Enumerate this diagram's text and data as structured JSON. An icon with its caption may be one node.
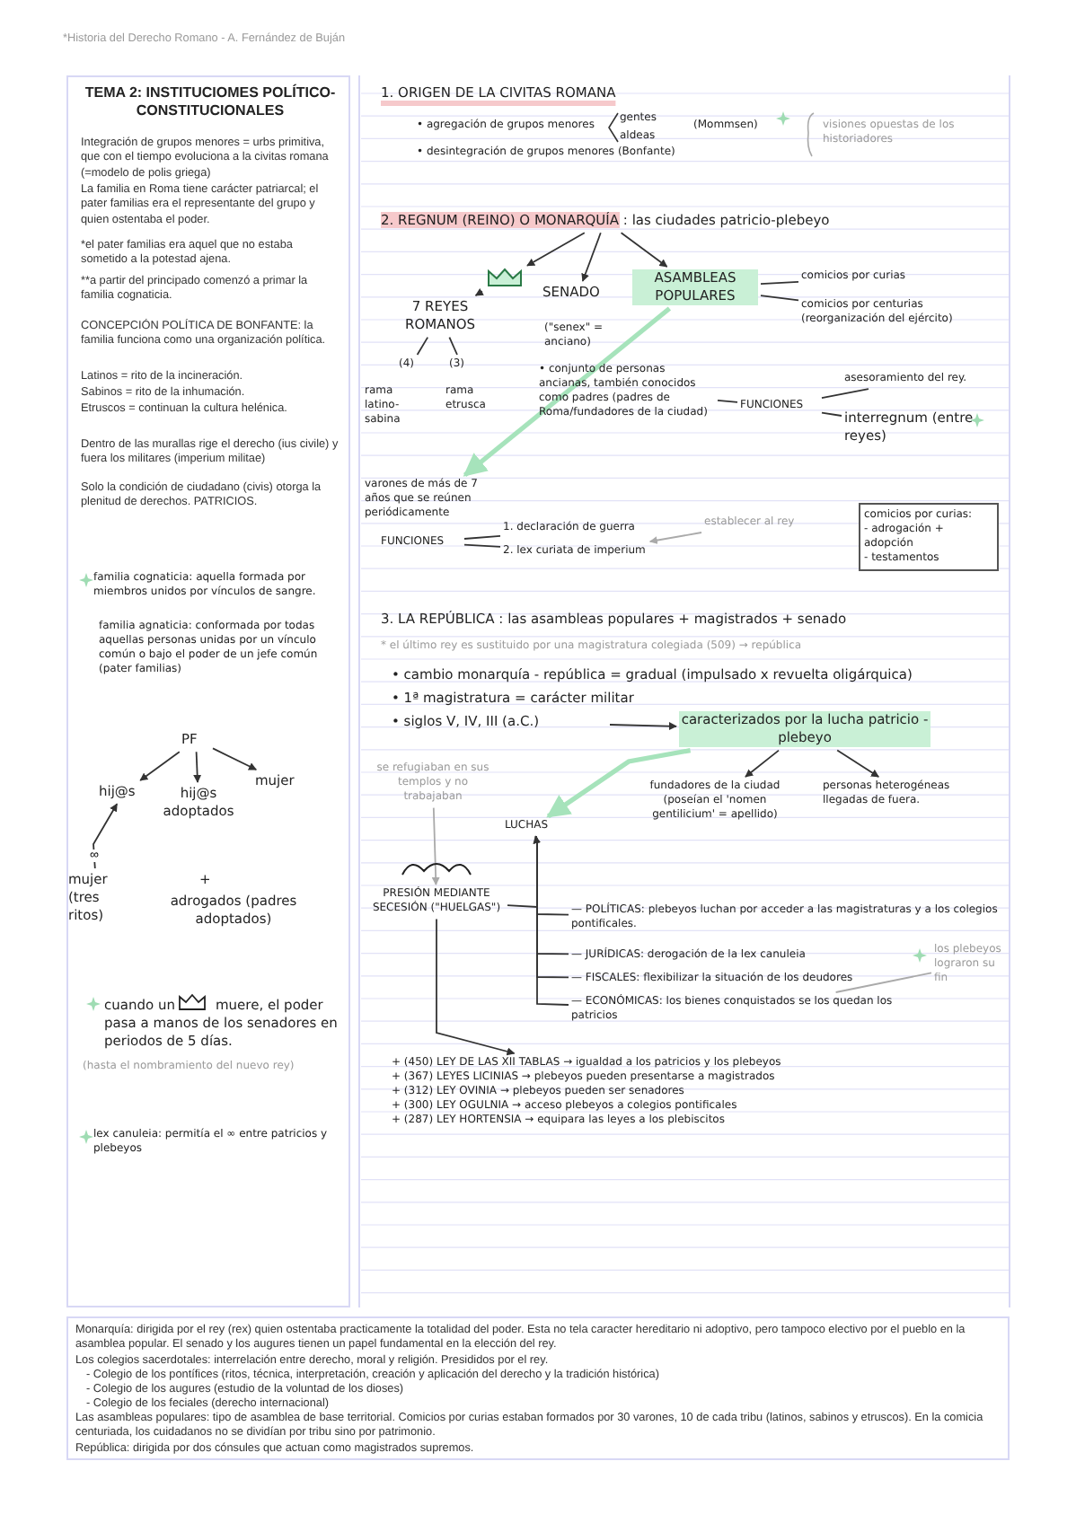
{
  "diagram": {
    "nodes": [
      {
        "text": [
          "2. REGNUM (REINO) O MONARQUÍA",
          ": las ciudades patricio-plebeyo"
        ]
      },
      {
        "text": [],
        "shape": "crown"
      },
      {
        "text": [
          "SENADO"
        ]
      },
      {
        "text": [
          "ASAMBLEAS POPULARES"
        ]
      },
      {
        "text": [
          "7 REYES ROMANOS"
        ]
      },
      {
        "text": [
          "(4)"
        ]
      },
      {
        "text": [
          "(3)"
        ]
      },
      {
        "text": [
          "• conjunto de personas ancianas, también conocidos como padres (padres de Roma/fundadores de la ciudad)"
        ]
      },
      {
        "text": [
          "FUNCIONES"
        ]
      },
      {
        "text": [
          "asesoramiento del rey."
        ]
      },
      {
        "text": [
          "interregnum (entre reyes)"
        ]
      },
      {
        "text": [
          "comicios por curias"
        ]
      },
      {
        "text": [
          "comicios por centurias (reorganización del ejército)"
        ]
      },
      {
        "text": [
          "varones de más de 7 años que se reúnen periódicamente"
        ]
      },
      {
        "text": [
          "FUNCIONES"
        ]
      },
      {
        "text": [
          "1. declaración de guerra"
        ]
      },
      {
        "text": [
          "2. lex curiata de imperium"
        ]
      },
      {
        "text": [
          "establecer al rey"
        ]
      },
      {
        "text": [
          "comicios por curias:",
          "- adrogación + adopción",
          "- testamentos"
        ]
      },
      {
        "text": [
          "PF"
        ]
      },
      {
        "text": [
          "hij@s"
        ]
      },
      {
        "text": [
          "hij@s adoptados"
        ]
      },
      {
        "text": [
          "mujer"
        ]
      },
      {
        "text": [
          "mujer (tres ritos)"
        ]
      },
      {
        "text": [
          "• siglos V, IV, III (a.C.)"
        ]
      },
      {
        "text": [
          "caracterizados por la lucha patricio - plebeyo"
        ]
      },
      {
        "text": [
          "fundadores de la ciudad (poseían el 'nomen gentilicium' = apellido)"
        ]
      },
      {
        "text": [
          "personas heterogéneas llegadas de fuera."
        ]
      },
      {
        "text": [
          "LUCHAS"
        ]
      },
      {
        "text": [
          "se refugiaban en sus templos y no trabajaban"
        ]
      },
      {
        "text": [
          "PRESIÓN MEDIANTE SECESIÓN (\"HUELGAS\")"
        ]
      },
      {
        "text": [
          "— POLÍTICAS: plebeyos luchan por acceder a las magistraturas y a los colegios pontificales."
        ]
      },
      {
        "text": [
          "— JURÍDICAS: derogación de la lex canuleia"
        ]
      },
      {
        "text": [
          "— FISCALES: flexibilizar la situación de los deudores"
        ]
      },
      {
        "text": [
          "— ECONÓMICAS: los bienes conquistados se los quedan los patricios"
        ]
      },
      {
        "text": [
          "los plebeyos lograron su fin"
        ]
      },
      {
        "text": [
          "+ (450) LEY DE LAS XII TABLAS → igualdad a los patricios y los plebeyos",
          "+ (367) LEYES LICINIAS → plebeyos pueden presentarse a magistrados",
          "+ (312) LEY OVINIA → plebeyos pueden ser senadores",
          "+ (300) LEY OGULNIA → acceso plebeyos a colegios pontificales",
          "+ (287) LEY HORTENSIA → equipara las leyes a los plebiscitos"
        ]
      }
    ],
    "edges": [
      {
        "from": 0,
        "to": 1,
        "arrow": "to"
      },
      {
        "from": 0,
        "to": 2,
        "arrow": "to"
      },
      {
        "from": 0,
        "to": 3,
        "arrow": "to"
      },
      {
        "from": 1,
        "to": 4,
        "arrow": "to"
      },
      {
        "from": 4,
        "to": 5,
        "arrow": "none"
      },
      {
        "from": 4,
        "to": 6,
        "arrow": "none"
      },
      {
        "from": 7,
        "to": 8,
        "arrow": "none"
      },
      {
        "from": 8,
        "to": 9,
        "arrow": "none"
      },
      {
        "from": 8,
        "to": 10,
        "arrow": "none"
      },
      {
        "from": 3,
        "to": 11,
        "arrow": "none"
      },
      {
        "from": 3,
        "to": 12,
        "arrow": "none"
      },
      {
        "from": 3,
        "to": 13,
        "arrow": "to",
        "style": "thick",
        "color": "#a6e3bb"
      },
      {
        "from": 14,
        "to": 15,
        "arrow": "none"
      },
      {
        "from": 14,
        "to": 16,
        "arrow": "none"
      },
      {
        "from": 17,
        "to": 16,
        "arrow": "to",
        "color": "#aaaaaa"
      },
      {
        "from": 19,
        "to": 20,
        "arrow": "to"
      },
      {
        "from": 19,
        "to": 21,
        "arrow": "to"
      },
      {
        "from": 19,
        "to": 22,
        "arrow": "to"
      },
      {
        "from": 23,
        "to": 20,
        "arrow": "to",
        "label": "∞"
      },
      {
        "from": 24,
        "to": 25,
        "arrow": "to"
      },
      {
        "from": 25,
        "to": 26,
        "arrow": "to"
      },
      {
        "from": 25,
        "to": 27,
        "arrow": "to"
      },
      {
        "from": 25,
        "to": 28,
        "arrow": "to",
        "style": "thick",
        "color": "#a6e3bb"
      },
      {
        "from": 29,
        "to": 30,
        "arrow": "to",
        "color": "#aaaaaa"
      },
      {
        "from": 30,
        "to": 28,
        "arrow": "to"
      },
      {
        "from": 28,
        "to": 31,
        "arrow": "none"
      },
      {
        "from": 28,
        "to": 32,
        "arrow": "none"
      },
      {
        "from": 28,
        "to": 33,
        "arrow": "none"
      },
      {
        "from": 28,
        "to": 34,
        "arrow": "none"
      },
      {
        "from": 35,
        "to": 34,
        "arrow": "none",
        "color": "#aaaaaa"
      },
      {
        "from": 30,
        "to": 36,
        "arrow": "to"
      }
    ],
    "labels": [
      "*Historia del Derecho Romano - A. Fernández de Buján",
      "TEMA 2: INSTITUCIOMES POLÍTICO-CONSTITUCIONALES",
      "Integración de grupos menores = urbs primitiva, que con el tiempo evoluciona a la civitas romana (=modelo de polis griega)",
      "La familia en Roma tiene carácter patriarcal; el pater familias era el representante del grupo y quien ostentaba el poder.",
      "*el pater familias era aquel que no estaba sometido a la potestad ajena.",
      "**a partir del principado comenzó a primar la familia cognaticia.",
      "CONCEPCIÓN POLÍTICA DE BONFANTE: la familia funciona como una organización política.",
      "Latinos = rito de la incineración.",
      "Sabinos = rito de la inhumación.",
      "Etruscos = continuan la cultura helénica.",
      "Dentro de las murallas rige el derecho (ius civile) y fuera los militares (imperium militae)",
      "Solo la condición de ciudadano (civis) otorga la plenitud de derechos. PATRICIOS.",
      "familia cognaticia: aquella formada por miembros unidos por vínculos de sangre.",
      "familia agnaticia: conformada por todas aquellas personas unidas por un vínculo común o bajo el poder de un jefe común (pater familias)",
      "+",
      "adrogados (padres adoptados)",
      "cuando un",
      "muere, el poder pasa a manos de los senadores en periodos de 5 días.",
      "(hasta el nombramiento del nuevo rey)",
      "lex canuleia: permitía el ∞ entre patricios y plebeyos",
      "1. ORIGEN DE LA CIVITAS ROMANA",
      "• agregación de grupos menores",
      "gentes",
      "aldeas",
      "(Mommsen)",
      "• desintegración de grupos menores (Bonfante)",
      "visiones opuestas de los historiadores",
      "rama latino-sabina",
      "rama etrusca",
      "(\"senex\" = anciano)",
      "3. LA REPÚBLICA : las asambleas populares + magistrados + senado",
      "* el último rey es sustituido por una magistratura colegiada (509) → república",
      "• cambio monarquía - república = gradual (impulsado x revuelta oligárquica)",
      "• 1ª magistratura = carácter militar",
      "Monarquía: dirigida por el rey (rex) quien ostentaba practicamente la totalidad del poder. Esta no tela caracter hereditario ni adoptivo, pero tampoco electivo por el pueblo en la asamblea popular. El senado y los augures tienen un papel fundamental en la elección del rey.",
      "Los colegios sacerdotales: interrelación entre derecho, moral y religión. Presididos por el rey.",
      "- Colegio de los pontífices (ritos, técnica, interpretación, creación y aplicación del derecho y la tradición histórica)",
      "- Colegio de los augures (estudio de la voluntad de los dioses)",
      "- Colegio de los feciales (derecho internacional)",
      "Las asambleas populares: tipo de asamblea de base territorial. Comicios por curias estaban formados por 30 varones, 10 de cada tribu (latinos, sabinos y etruscos). En la comicia centuriada, los cuidadanos no se dividían por tribu sino por patrimonio.",
      "República: dirigida por dos cónsules que actuan como magistrados supremos."
    ]
  }
}
